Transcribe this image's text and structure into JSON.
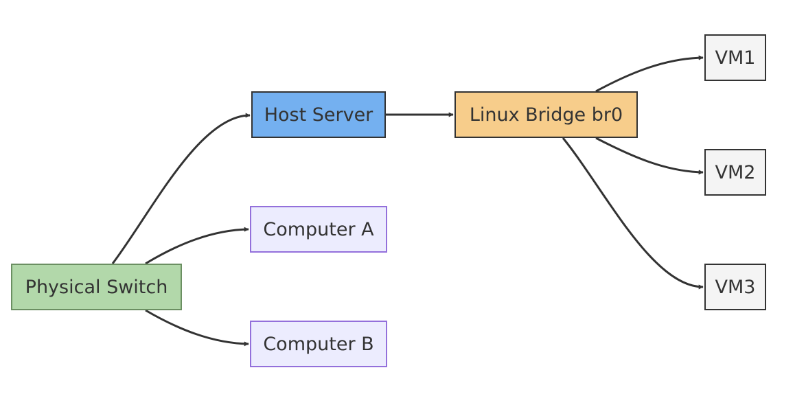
{
  "nodes": {
    "physical_switch": {
      "label": "Physical Switch",
      "fill": "#b2d8aa",
      "stroke": "#6b8f62"
    },
    "host_server": {
      "label": "Host Server",
      "fill": "#74b0f0",
      "stroke": "#333333"
    },
    "linux_bridge": {
      "label": "Linux Bridge br0",
      "fill": "#f7cd8b",
      "stroke": "#333333"
    },
    "computer_a": {
      "label": "Computer A",
      "fill": "#ececfe",
      "stroke": "#9370db"
    },
    "computer_b": {
      "label": "Computer B",
      "fill": "#ececfe",
      "stroke": "#9370db"
    },
    "vm1": {
      "label": "VM1",
      "fill": "#f4f4f4",
      "stroke": "#333333"
    },
    "vm2": {
      "label": "VM2",
      "fill": "#f4f4f4",
      "stroke": "#333333"
    },
    "vm3": {
      "label": "VM3",
      "fill": "#f4f4f4",
      "stroke": "#333333"
    }
  },
  "edges": [
    {
      "from": "physical_switch",
      "to": "host_server"
    },
    {
      "from": "physical_switch",
      "to": "computer_a"
    },
    {
      "from": "physical_switch",
      "to": "computer_b"
    },
    {
      "from": "host_server",
      "to": "linux_bridge"
    },
    {
      "from": "linux_bridge",
      "to": "vm1"
    },
    {
      "from": "linux_bridge",
      "to": "vm2"
    },
    {
      "from": "linux_bridge",
      "to": "vm3"
    }
  ],
  "colors": {
    "edge": "#333333",
    "background": "#ffffff"
  }
}
